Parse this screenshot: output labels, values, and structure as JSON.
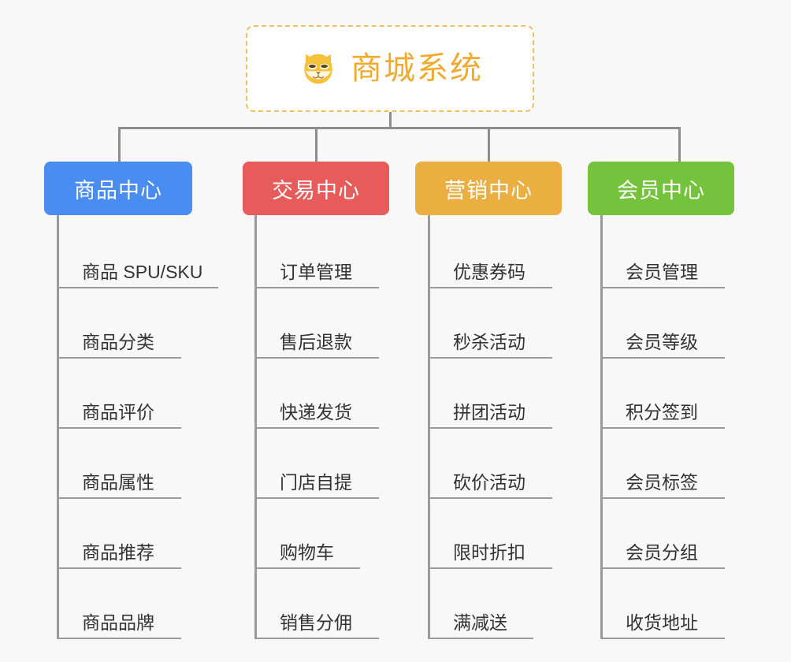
{
  "page": {
    "background": "#f8f8f8",
    "line_color": "#8d8d8d",
    "leaf_line_color": "#9a9a9a",
    "leaf_text_color": "#333333"
  },
  "root": {
    "title": "商城系统",
    "icon": "shiba-dog-icon",
    "text_color": "#f0ab2e",
    "border_color": "#f0c060",
    "background": "#ffffff"
  },
  "branches": [
    {
      "label": "商品中心",
      "color": "#4a8df0",
      "items": [
        "商品 SPU/SKU",
        "商品分类",
        "商品评价",
        "商品属性",
        "商品推荐",
        "商品品牌"
      ]
    },
    {
      "label": "交易中心",
      "color": "#e75c5a",
      "items": [
        "订单管理",
        "售后退款",
        "快递发货",
        "门店自提",
        "购物车",
        "销售分佣"
      ]
    },
    {
      "label": "营销中心",
      "color": "#eaaf40",
      "items": [
        "优惠券码",
        "秒杀活动",
        "拼团活动",
        "砍价活动",
        "限时折扣",
        "满减送"
      ]
    },
    {
      "label": "会员中心",
      "color": "#75c23c",
      "items": [
        "会员管理",
        "会员等级",
        "积分签到",
        "会员标签",
        "会员分组",
        "收货地址"
      ]
    }
  ]
}
